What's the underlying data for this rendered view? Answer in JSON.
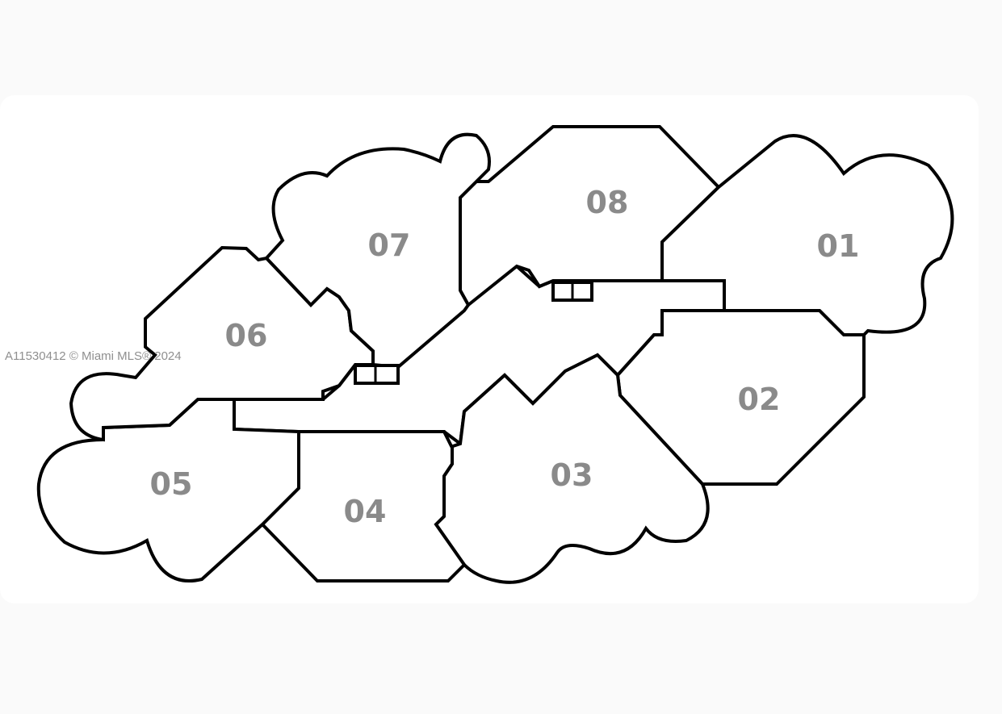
{
  "watermark": "A11530412 © Miami MLS® 2024",
  "units": [
    {
      "id": "01"
    },
    {
      "id": "02"
    },
    {
      "id": "03"
    },
    {
      "id": "04"
    },
    {
      "id": "05"
    },
    {
      "id": "06"
    },
    {
      "id": "07"
    },
    {
      "id": "08"
    }
  ],
  "colors": {
    "outline": "#000000",
    "label": "#8a8a8a",
    "background": "#ffffff"
  }
}
